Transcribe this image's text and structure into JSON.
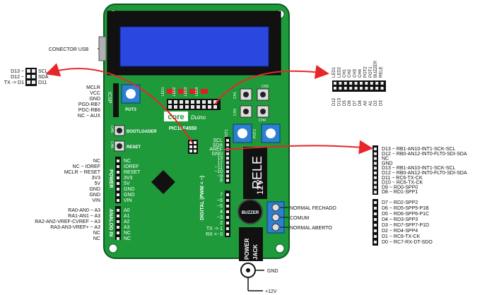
{
  "board": {
    "brand": "core",
    "brand_sub": "Duino",
    "chip": "PIC18F4550",
    "icsp": "ICSP",
    "pot3": "POT3",
    "pot1": "POT1",
    "pot2": "POT2",
    "led_labels": [
      "LED1",
      "LED2",
      "LED3",
      "LED4"
    ],
    "ch_labels": [
      "CH1",
      "CH2",
      "CH3",
      "CH4"
    ],
    "ch5": "CH5",
    "ch6": "CH6",
    "bootloader": "BOOTLOADER",
    "reset": "RESET",
    "power_label": "POWER",
    "analog_label": "ANALOG IN",
    "digital_label": "DIGITAL (PWM = ~)",
    "rele": "RELE",
    "v12": "12V",
    "buzzer": "BUZZER",
    "power_jack": [
      "POWER",
      "JACK"
    ],
    "power_pins": [
      "NC",
      "IOREF",
      "RESET",
      "3V3",
      "5V",
      "GND",
      "GND",
      "VIN"
    ],
    "analog_pins": [
      "A0",
      "A1",
      "A2",
      "A3",
      "NC",
      "NC"
    ],
    "dig_top": [
      "SCL",
      "SDA",
      "AREF",
      "GND",
      "13",
      "12",
      "~11",
      "~10",
      "~9",
      "8"
    ],
    "dig_bottom": [
      "7",
      "~6",
      "~5",
      "4",
      "~3",
      "2",
      "TX -> 1",
      "RX <- 0"
    ]
  },
  "labels": {
    "usb": "CONECTOR USB",
    "gnd": "GND",
    "v12": "+12V",
    "normal_fechado": "NORMAL FECHADO",
    "comum": "COMUM",
    "normal_aberto": "NORMAL ABERTO"
  },
  "i2c_left": [
    "D13 ~",
    "SCL",
    "D12 ~",
    "SDA",
    "TX -> D1",
    "D11"
  ],
  "icsp_left": [
    "MCLR",
    "VCC",
    "GND",
    "PGD-RB7",
    "PGC-RB6",
    "NC ~ AUX"
  ],
  "power_left": [
    "NC",
    "NC ~ IOREF",
    "MCLR ~ RESET",
    "3V3",
    "5V",
    "GND",
    "GND",
    "VIN"
  ],
  "analog_left": [
    "RA0-AN0 ~ A3",
    "RA1-AN1 ~ A3",
    "RA2-AN2-VREF-CVREF ~ A3",
    "RA3-AN3-VREF+ ~ A3",
    "NC",
    "NC"
  ],
  "top_right_header": [
    "LED1",
    "LED2",
    "CH1",
    "CH2",
    "CH3",
    "CH4",
    "POT2",
    "POT1",
    "BUZZER",
    "RELE"
  ],
  "top_right_pins": [
    "D12",
    "D13",
    "D5",
    "D6",
    "D7",
    "D8",
    "A0",
    "A1",
    "D2",
    "D3"
  ],
  "right_top": [
    "D13 ~ RB1-AN10-INT1-SCK-SCL",
    "D12 ~ RB0-AN12-INT0-FLT0-SDI-SDA",
    "NC",
    "GND",
    "D13 ~ RB1-AN10-INT1-SCK-SCL",
    "D12 ~ RB0-AN12-INT0-FLT0-SDI-SDA",
    "D11 ~ RC6-TX-CK",
    "D10 ~ RC6-TX-CK",
    "D9 ~ RD0-SPP0",
    "D8 ~ RD1-SPP1"
  ],
  "right_bottom": [
    "D7 ~ RD2-SPP2",
    "D6 ~ RD5-SPP5-P1B",
    "D5 ~ RD6-SPP6-P1C",
    "D4 ~ RD3-SPP3",
    "D3 ~ RD7-SPP7-P1D",
    "D2 ~ RD4-SPP4",
    "D1 ~ RC6-TX-CK",
    "D0 ~ RC7-RX-DT-SDO"
  ]
}
